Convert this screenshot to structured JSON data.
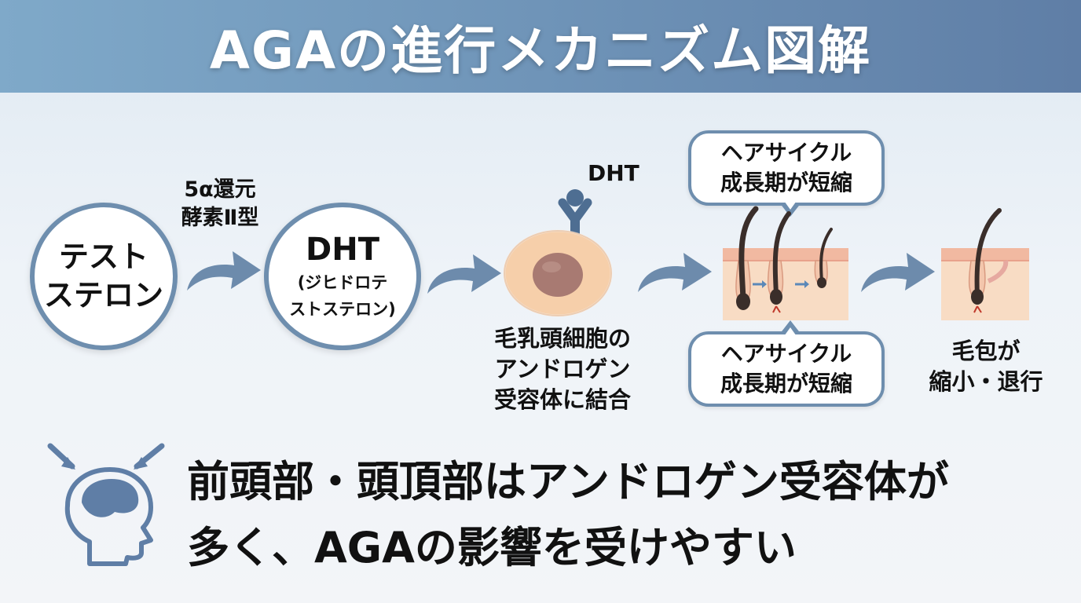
{
  "title": "AGAの進行メカニズム図解",
  "steps": {
    "testosterone": [
      "テスト",
      "ステロン"
    ],
    "enzyme": [
      "5α還元",
      "酵素Ⅱ型"
    ],
    "dht": {
      "name": "DHT",
      "full": [
        "(ジヒドロテ",
        "ストステロン)"
      ]
    },
    "dht_small": "DHT",
    "receptor": [
      "毛乳頭細胞の",
      "アンドロゲン",
      "受容体に結合"
    ],
    "cycle_top": [
      "ヘアサイクル",
      "成長期が短縮"
    ],
    "cycle_bottom": [
      "ヘアサイクル",
      "成長期が短縮"
    ],
    "shrink": [
      "毛包が",
      "縮小・退行"
    ]
  },
  "bottom_message": [
    "前頭部・頭頂部はアンドロゲン受容体が",
    "多く、AGAの影響を受けやすい"
  ],
  "colors": {
    "header_start": "#7fa9c9",
    "header_end": "#5f7ea6",
    "arrow": "#6d8bac",
    "cell": "#f6cfaa",
    "nucleus": "#a87a72",
    "skin": "#f8dcc4",
    "hair": "#3a2e2a"
  },
  "icons": [
    "head-brain-icon",
    "receptor-icon",
    "hair-follicle-icon",
    "curved-arrow-icon"
  ]
}
